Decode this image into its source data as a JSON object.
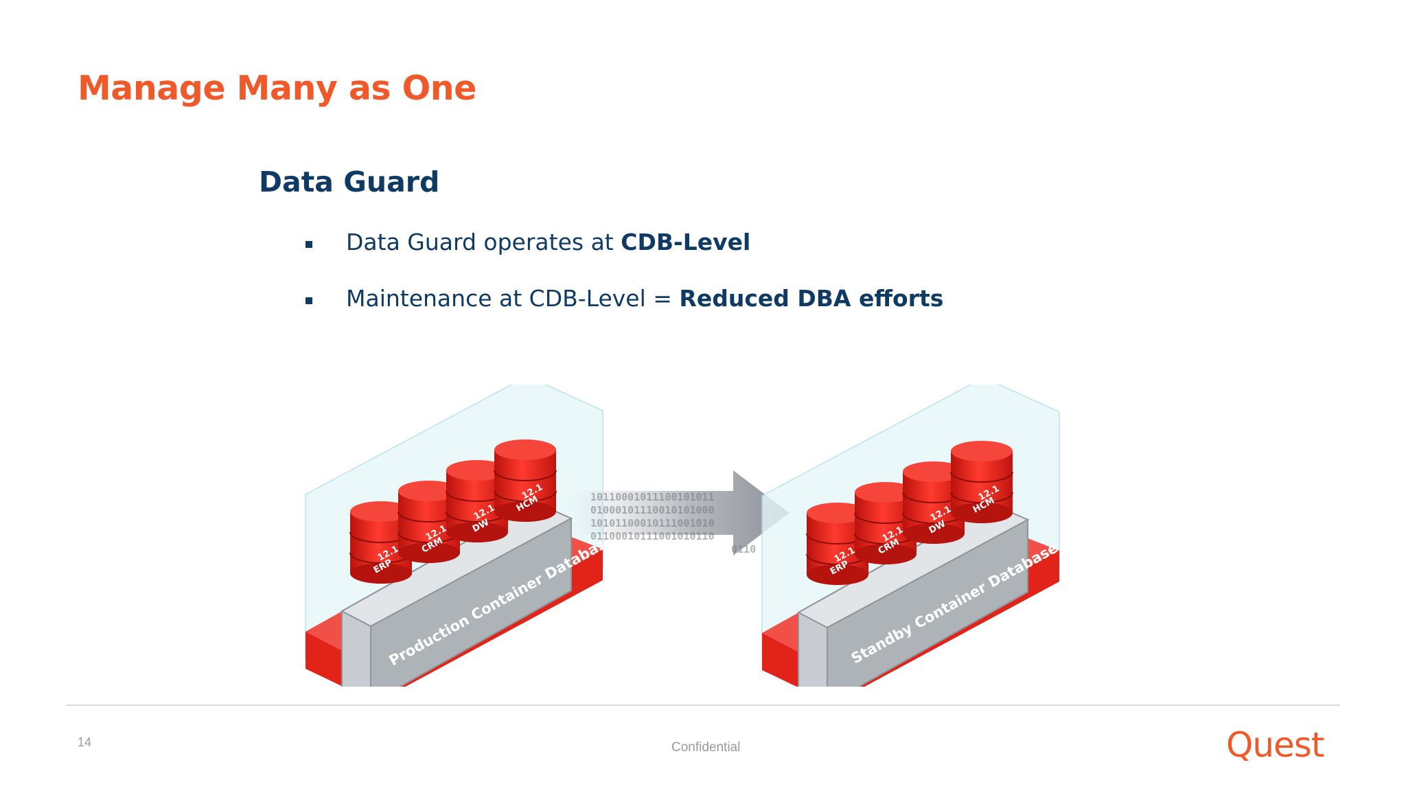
{
  "slide": {
    "title": "Manage Many as One",
    "subtitle": "Data Guard",
    "bullets": [
      {
        "text": "Data Guard operates at ",
        "bold": "CDB-Level"
      },
      {
        "text": "Maintenance at CDB-Level = ",
        "bold": "Reduced DBA efforts"
      }
    ]
  },
  "diagram": {
    "production_label": "Production Container Database",
    "standby_label": "Standby Container Database",
    "databases": [
      {
        "version": "12.1",
        "name": "ERP"
      },
      {
        "version": "12.1",
        "name": "CRM"
      },
      {
        "version": "12.1",
        "name": "DW"
      },
      {
        "version": "12.1",
        "name": "HCM"
      }
    ],
    "binary_stream": [
      "10110001011100101011",
      "01000101110010101000",
      "10101100010111001010",
      "01100010111001010110",
      "0110"
    ],
    "colors": {
      "red": "#e2231a",
      "grey": "#c8ccd0",
      "glass": "#dff5f8"
    }
  },
  "footer": {
    "page_number": "14",
    "confidential": "Confidential",
    "logo": "Quest"
  }
}
